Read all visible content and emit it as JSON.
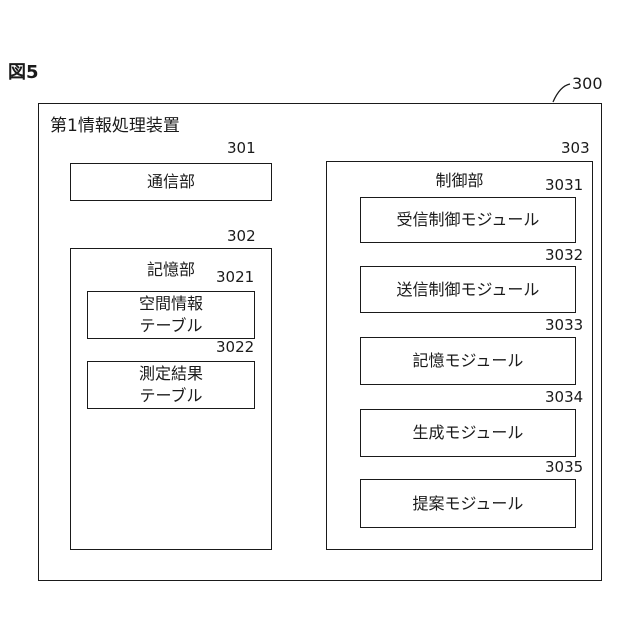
{
  "figure_label": "図5",
  "device": {
    "ref": "300",
    "label": "第1情報処理装置"
  },
  "communication": {
    "ref": "301",
    "label": "通信部"
  },
  "storage": {
    "ref": "302",
    "label": "記憶部",
    "tables": [
      {
        "ref": "3021",
        "line1": "空間情報",
        "line2": "テーブル"
      },
      {
        "ref": "3022",
        "line1": "測定結果",
        "line2": "テーブル"
      }
    ]
  },
  "control": {
    "ref": "303",
    "label": "制御部",
    "modules": [
      {
        "ref": "3031",
        "label": "受信制御モジュール"
      },
      {
        "ref": "3032",
        "label": "送信制御モジュール"
      },
      {
        "ref": "3033",
        "label": "記憶モジュール"
      },
      {
        "ref": "3034",
        "label": "生成モジュール"
      },
      {
        "ref": "3035",
        "label": "提案モジュール"
      }
    ]
  }
}
